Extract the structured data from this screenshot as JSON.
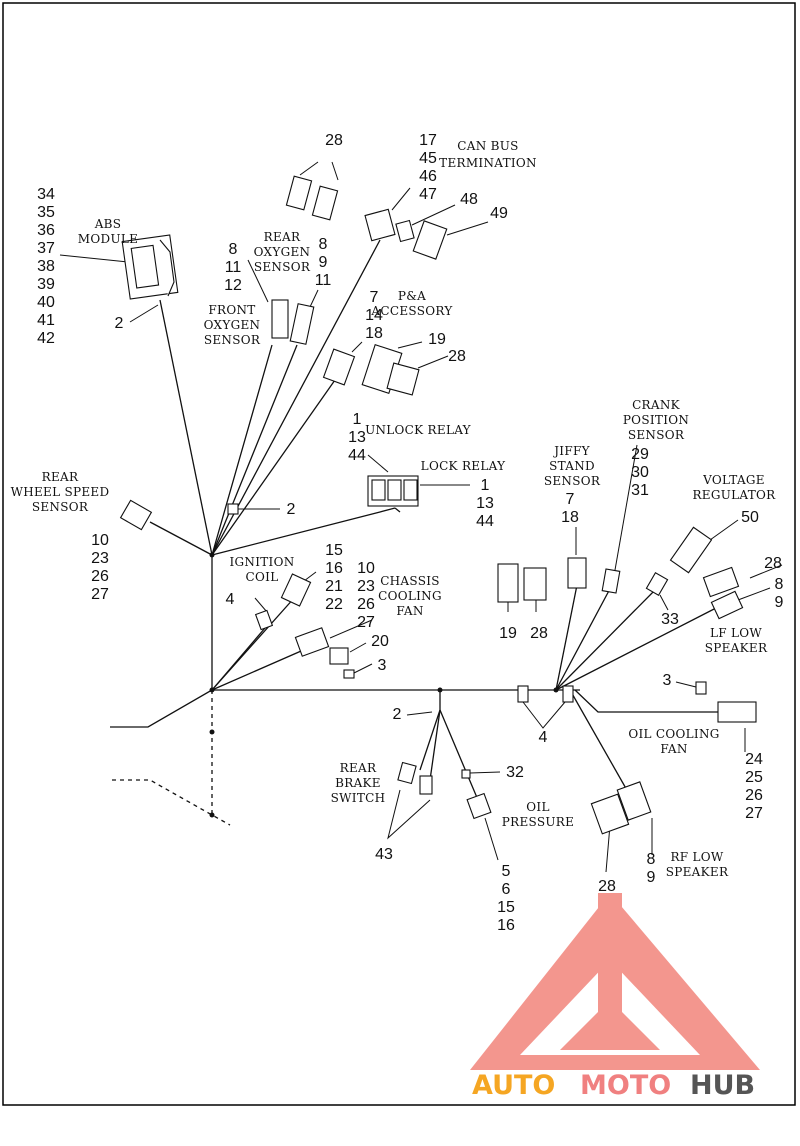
{
  "labels": {
    "can_bus": [
      "CAN BUS",
      "TERMINATION"
    ],
    "abs": [
      "ABS",
      "MODULE"
    ],
    "rear_o2": [
      "REAR",
      "OXYGEN",
      "SENSOR"
    ],
    "front_o2": [
      "FRONT",
      "OXYGEN",
      "SENSOR"
    ],
    "pa": [
      "P&A",
      "ACCESSORY"
    ],
    "unlock": [
      "UNLOCK RELAY"
    ],
    "lock": [
      "LOCK RELAY"
    ],
    "rear_wss": [
      "REAR",
      "WHEEL SPEED",
      "SENSOR"
    ],
    "ign": [
      "IGNITION",
      "COIL"
    ],
    "chassis_fan": [
      "CHASSIS",
      "COOLING",
      "FAN"
    ],
    "jiffy": [
      "JIFFY",
      "STAND",
      "SENSOR"
    ],
    "crank": [
      "CRANK",
      "POSITION",
      "SENSOR"
    ],
    "vreg": [
      "VOLTAGE",
      "REGULATOR"
    ],
    "lf_spk": [
      "LF LOW",
      "SPEAKER"
    ],
    "oil_fan": [
      "OIL COOLING",
      "FAN"
    ],
    "rear_brake": [
      "REAR",
      "BRAKE",
      "SWITCH"
    ],
    "oil_press": [
      "OIL",
      "PRESSURE"
    ],
    "rf_spk": [
      "RF LOW",
      "SPEAKER"
    ]
  },
  "callouts": {
    "c28_top": [
      "28"
    ],
    "c17": [
      "17",
      "45",
      "46",
      "47"
    ],
    "c48": [
      "48"
    ],
    "c49": [
      "49"
    ],
    "c34": [
      "34",
      "35",
      "36",
      "37",
      "38",
      "39",
      "40",
      "41",
      "42"
    ],
    "c2_abs": [
      "2"
    ],
    "c8_front": [
      "8",
      "11",
      "12"
    ],
    "c8_rear": [
      "8",
      "9",
      "11"
    ],
    "c7": [
      "7",
      "14",
      "18"
    ],
    "c19_pa": [
      "19"
    ],
    "c28_pa": [
      "28"
    ],
    "c1_unlock": [
      "1",
      "13",
      "44"
    ],
    "c1_lock": [
      "1",
      "13",
      "44"
    ],
    "c2_mid": [
      "2"
    ],
    "c10_wss": [
      "10",
      "23",
      "26",
      "27"
    ],
    "c15": [
      "15",
      "16",
      "21",
      "22"
    ],
    "c10_fan": [
      "10",
      "23",
      "26",
      "27"
    ],
    "c4_left": [
      "4"
    ],
    "c20": [
      "20"
    ],
    "c3_left": [
      "3"
    ],
    "c7_jiffy": [
      "7",
      "18"
    ],
    "c29": [
      "29",
      "30",
      "31"
    ],
    "c50": [
      "50"
    ],
    "c19_mid": [
      "19"
    ],
    "c28_mid": [
      "28"
    ],
    "c33": [
      "33"
    ],
    "c28_right": [
      "28"
    ],
    "c8_lf": [
      "8",
      "9"
    ],
    "c3_right": [
      "3"
    ],
    "c2_low": [
      "2"
    ],
    "c4_low": [
      "4"
    ],
    "c24": [
      "24",
      "25",
      "26",
      "27"
    ],
    "c32": [
      "32"
    ],
    "c43": [
      "43"
    ],
    "c5": [
      "5",
      "6",
      "15",
      "16"
    ],
    "c28_low": [
      "28"
    ],
    "c8_rf": [
      "8",
      "9"
    ]
  },
  "watermark": {
    "part_a": "AUTO",
    "part_b": "MOTO",
    "part_c": "HUB",
    "color_a": "#f5a623",
    "color_b": "#f08080",
    "color_c": "#555555",
    "logo_color": "#f28b82"
  },
  "colors": {
    "line": "#111111",
    "frame": "#000000"
  }
}
